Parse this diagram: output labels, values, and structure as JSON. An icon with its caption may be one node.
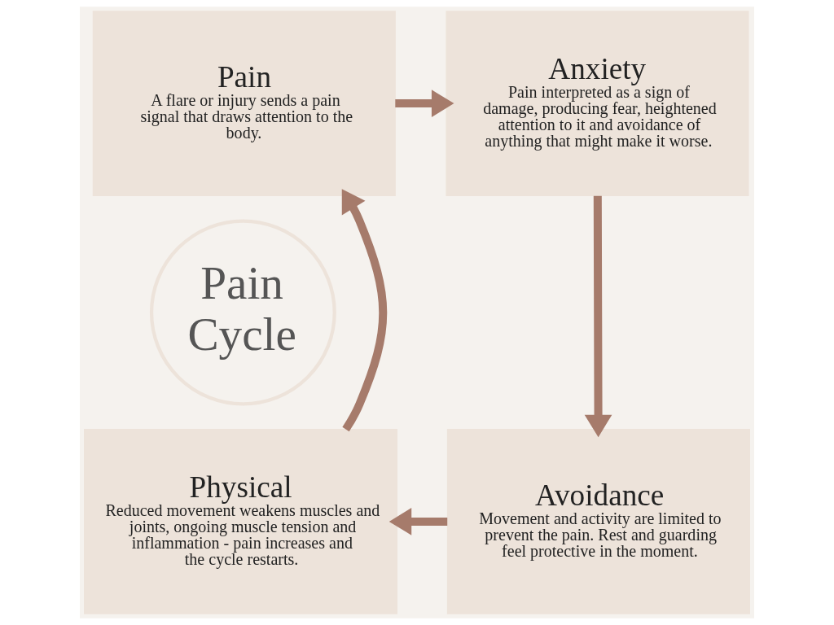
{
  "diagram": {
    "nodes": [
      {
        "text": [
          "Pain",
          "A flare or injury sends a pain signal that draws attention to the body."
        ]
      },
      {
        "text": [
          "Anxiety",
          "Pain interpreted as a sign of damage, producing fear, heightened attention to it and avoidance of anything that might make it worse."
        ]
      },
      {
        "text": [
          "Avoidance",
          "Movement and activity are limited to prevent the pain. Rest and guarding feel protective in the moment."
        ]
      },
      {
        "text": [
          "Physical",
          "Reduced movement weakens muscles and joints, ongoing muscle tension and inflammation - pain increases and the cycle restarts."
        ]
      },
      {
        "text": [
          "Pain Cycle"
        ]
      }
    ],
    "edges": [
      {
        "from": 0,
        "to": 1,
        "arrow": "to"
      },
      {
        "from": 1,
        "to": 2,
        "arrow": "to"
      },
      {
        "from": 2,
        "to": 3,
        "arrow": "to"
      },
      {
        "from": 3,
        "to": 0,
        "arrow": "to"
      }
    ]
  }
}
